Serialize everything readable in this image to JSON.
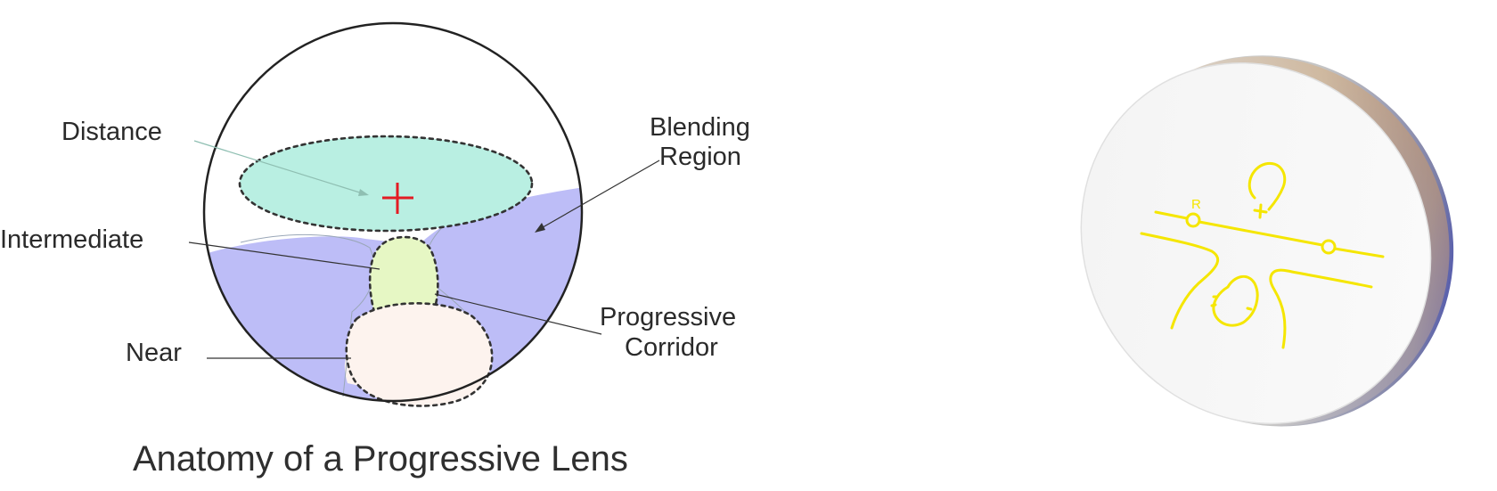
{
  "diagram": {
    "title": "Anatomy of a Progressive Lens",
    "labels": {
      "distance": "Distance",
      "blending_line1": "Blending",
      "blending_line2": "Region",
      "intermediate": "Intermediate",
      "progressive_line1": "Progressive",
      "progressive_line2": "Corridor",
      "near": "Near"
    },
    "colors": {
      "distance_zone": "#b9efe2",
      "blending_zone": "#bdbdf7",
      "intermediate_zone": "#e6f7c4",
      "near_zone": "#fdf3ee",
      "fitting_cross": "#e31b23",
      "lens_markings": "#f5e600"
    },
    "lens_photo": {
      "engraving_letter": "R"
    }
  }
}
